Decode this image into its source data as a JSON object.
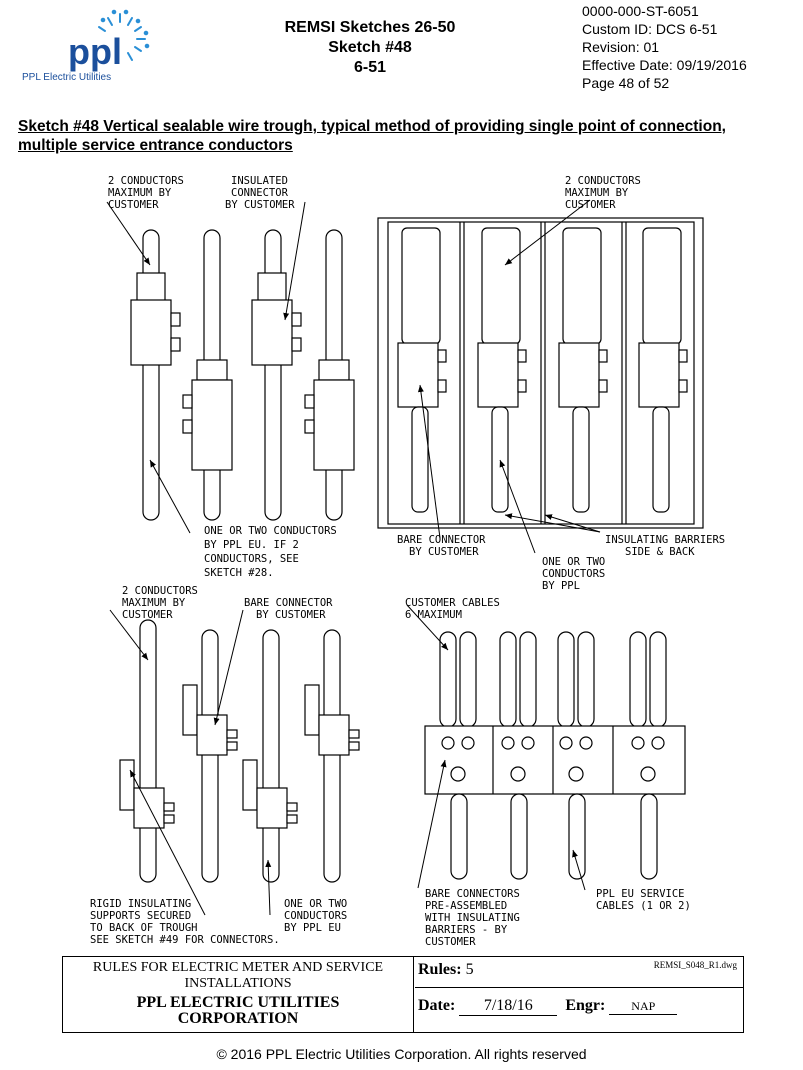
{
  "header": {
    "logo_text": "ppl",
    "logo_tagline": "PPL Electric Utilities",
    "title_line1": "REMSI Sketches 26-50",
    "title_line2": "Sketch #48",
    "title_line3": "6-51",
    "doc_number": "0000-000-ST-6051",
    "custom_id": "Custom ID:  DCS 6-51",
    "revision": "Revision: 01",
    "effective_date": "Effective Date:  09/19/2016",
    "page": "Page 48 of 52"
  },
  "section_title": "Sketch #48 Vertical sealable wire trough, typical method of providing single point of connection, multiple service entrance conductors",
  "labels": {
    "tl_top_left": [
      "2 CONDUCTORS",
      "MAXIMUM BY",
      "CUSTOMER"
    ],
    "tl_insulated": [
      "INSULATED",
      "CONNECTOR",
      "BY CUSTOMER"
    ],
    "tl_bottom": [
      "ONE OR TWO CONDUCTORS",
      "BY PPL EU. IF 2",
      "CONDUCTORS, SEE",
      "SKETCH #28."
    ],
    "tr_top": [
      "2 CONDUCTORS",
      "MAXIMUM BY",
      "CUSTOMER"
    ],
    "tr_bare": [
      "BARE CONNECTOR",
      "BY CUSTOMER"
    ],
    "tr_barriers": [
      "INSULATING BARRIERS",
      "SIDE & BACK"
    ],
    "tr_ppl": [
      "ONE OR TWO",
      "CONDUCTORS",
      "BY PPL"
    ],
    "bl_top": [
      "2 CONDUCTORS",
      "MAXIMUM BY",
      "CUSTOMER"
    ],
    "bl_bare": [
      "BARE CONNECTOR",
      "BY CUSTOMER"
    ],
    "bl_rigid": [
      "RIGID INSULATING",
      "SUPPORTS SECURED",
      "TO BACK OF TROUGH"
    ],
    "bl_see": "SEE SKETCH #49 FOR CONNECTORS.",
    "bl_ppl": [
      "ONE OR TWO",
      "CONDUCTORS",
      "BY PPL EU"
    ],
    "br_cables": [
      "CUSTOMER CABLES",
      "6 MAXIMUM"
    ],
    "br_bare": [
      "BARE CONNECTORS",
      "PRE-ASSEMBLED",
      "WITH INSULATING",
      "BARRIERS - BY",
      "CUSTOMER"
    ],
    "br_service": [
      "PPL EU SERVICE",
      "CABLES (1 OR 2)"
    ]
  },
  "title_block": {
    "rules_title_line1": "RULES FOR ELECTRIC METER AND SERVICE",
    "rules_title_line2": "INSTALLATIONS",
    "corp_line1": "PPL ELECTRIC UTILITIES",
    "corp_line2": "CORPORATION",
    "rules_label": "Rules:",
    "rules_value": "5",
    "dwg_name": "REMSI_S048_R1.dwg",
    "date_label": "Date:",
    "date_value": "7/18/16",
    "engr_label": "Engr:",
    "engr_value": "NAP"
  },
  "footer": "© 2016 PPL Electric Utilities Corporation. All rights reserved",
  "colors": {
    "logo_blue": "#1b4f9c",
    "logo_accent": "#2a8fd6"
  }
}
